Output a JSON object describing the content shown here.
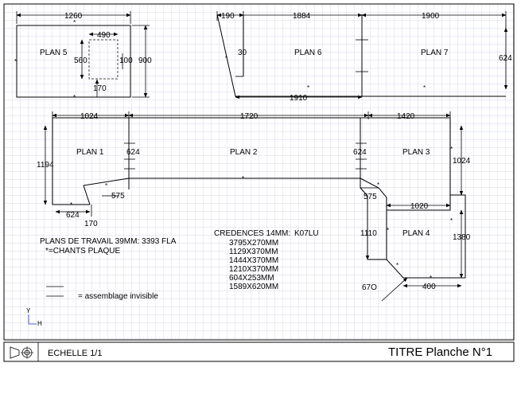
{
  "plans": {
    "p5": "PLAN 5",
    "p6": "PLAN 6",
    "p7": "PLAN 7",
    "p1": "PLAN 1",
    "p2": "PLAN 2",
    "p3": "PLAN 3",
    "p4": "PLAN 4"
  },
  "dims": {
    "d1260": "1260",
    "d490": "490",
    "d560": "560",
    "d100": "100",
    "d900": "900",
    "d170a": "170",
    "d190": "190",
    "d1884": "1884",
    "d1900": "1900",
    "d30": "30",
    "d624a": "624",
    "d1910": "1910",
    "d1024a": "1024",
    "d1720": "1720",
    "d1420": "1420",
    "d624b": "624",
    "d624c": "624",
    "d1194": "1194",
    "d575a": "575",
    "d624d": "624",
    "d170b": "170",
    "d1024b": "1024",
    "d575b": "575",
    "d1020": "1020",
    "d1110": "1110",
    "d1380": "1380",
    "d670": "67O",
    "d400": "400"
  },
  "notes": {
    "line1": "PLANS DE TRAVAIL 39MM: 3393 FLA",
    "line2": "*=CHANTS PLAQUE",
    "cred_title": "CREDENCES 14MM:",
    "cred_code": "K07LU",
    "cred_items": [
      "3795X270MM",
      "1129X370MM",
      "1444X370MM",
      "1210X370MM",
      "604X253MM",
      "1589X620MM"
    ],
    "legend": "= assemblage invisible"
  },
  "axis": {
    "y": "Y",
    "x": "H"
  },
  "title_block": {
    "scale": "ECHELLE 1/1",
    "title": "TITRE Planche N°1"
  },
  "colors": {
    "grid": "#c7cbe2",
    "ink": "#000000"
  }
}
